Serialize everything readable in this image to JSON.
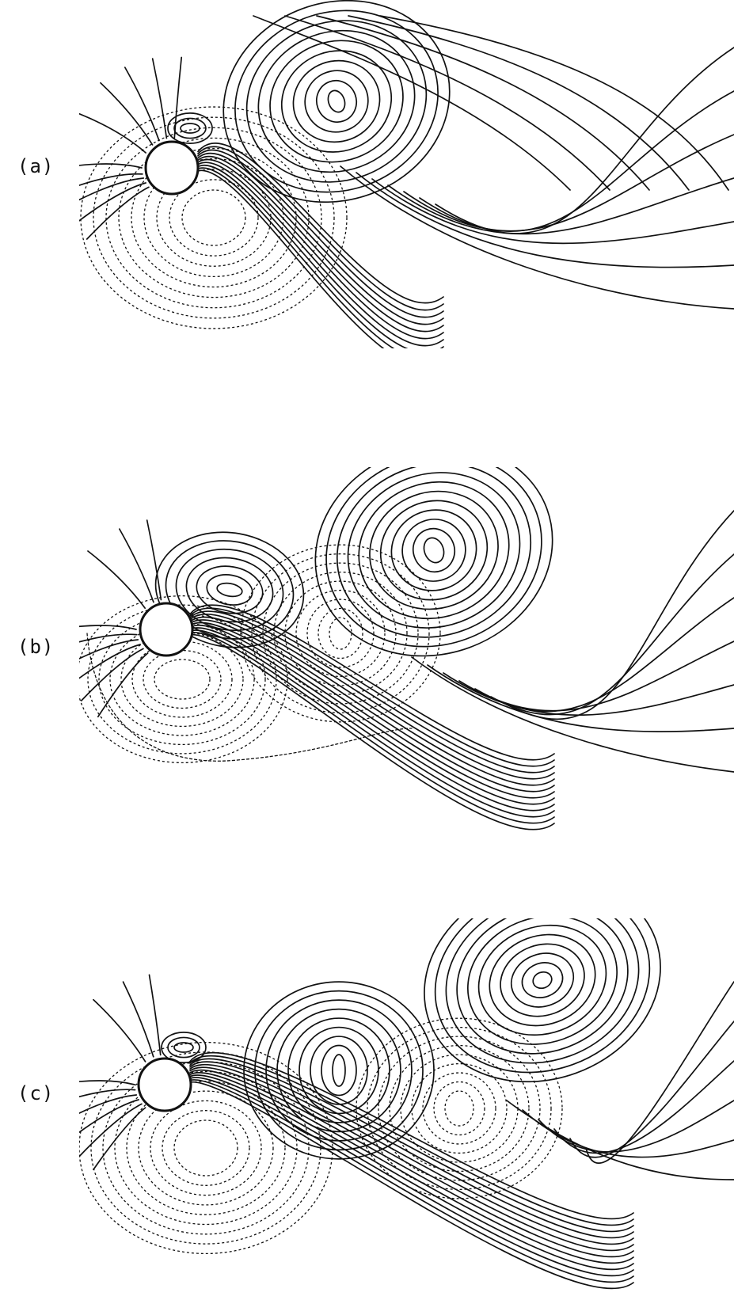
{
  "panels": [
    {
      "label": "(a)"
    },
    {
      "label": "(b)"
    },
    {
      "label": "(c)"
    }
  ],
  "colors": {
    "ink": "#111111",
    "background": "#ffffff"
  }
}
